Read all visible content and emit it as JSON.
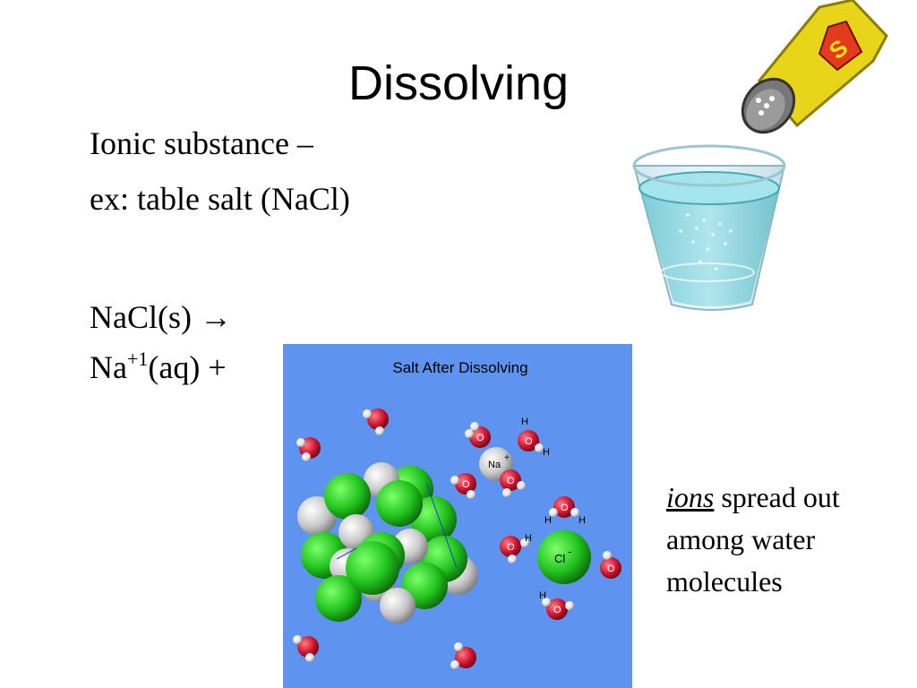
{
  "slide": {
    "title": "Dissolving",
    "line1": "Ionic substance –",
    "line2": "ex: table salt (NaCl)",
    "eq1": "NaCl(s)  →",
    "eq2_prefix": "Na",
    "eq2_sup": "+1",
    "eq2_suffix": "(aq)  +"
  },
  "note": {
    "emphasis": "ions",
    "rest": " spread out among water molecules"
  },
  "shaker": {
    "label": "S"
  },
  "diagram": {
    "title": "Salt After Dissolving",
    "na_label": "Na",
    "na_charge": "+",
    "cl_label": "Cl",
    "cl_charge": "-",
    "oxygen_label": "O",
    "hydrogen_label": "H"
  },
  "colors": {
    "panel": "#5f93f0",
    "chloride": "#22c41e",
    "sodium": "#c8c8c8",
    "oxygen": "#d0142e",
    "hydrogen": "#eeeeee",
    "shaker": "#e8d51a",
    "water": "#7fd3de"
  }
}
